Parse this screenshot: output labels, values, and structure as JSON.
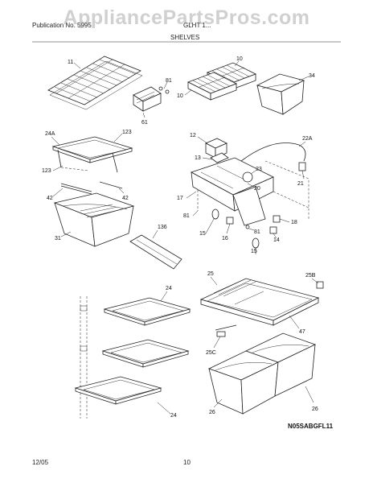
{
  "header": {
    "left_text": "Publication No. 5995",
    "model_text": "GLHT 1...",
    "section_title": "SHELVES"
  },
  "watermark": "AppliancePartsPros.com",
  "callouts": {
    "c11": "11",
    "c10a": "10",
    "c10b": "10",
    "c34": "34",
    "c81a": "81",
    "c61": "61",
    "c24a": "24A",
    "c123a": "123",
    "c123b": "123",
    "c42a": "42",
    "c42b": "42",
    "c31": "31",
    "c136": "136",
    "c12": "12",
    "c13": "13",
    "c22a": "22A",
    "c23": "23",
    "c21": "21",
    "c20": "20",
    "c17": "17",
    "c81b": "81",
    "c15a": "15",
    "c16": "16",
    "c81c": "81",
    "c18": "18",
    "c14": "14",
    "c15b": "15",
    "c25": "25",
    "c25b": "25B",
    "c47": "47",
    "c25c": "25C",
    "c26a": "26",
    "c26b": "26",
    "c24b": "24",
    "c24c": "24"
  },
  "diagram_code": "N05SABGFL11",
  "footer": {
    "date": "12/05",
    "page": "10"
  }
}
